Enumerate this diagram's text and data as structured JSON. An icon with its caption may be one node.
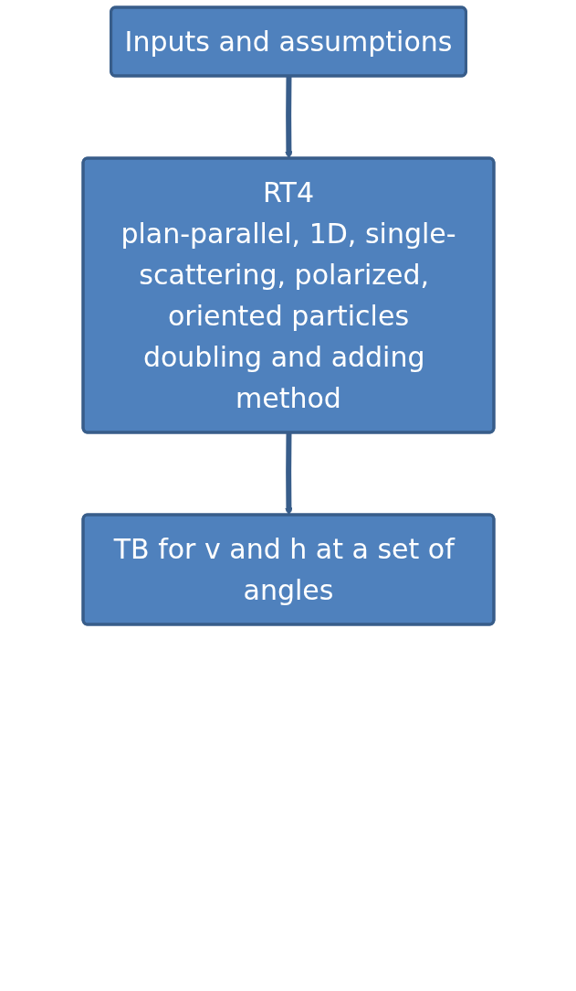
{
  "diagram": {
    "nodes": [
      {
        "text": [
          "Inputs and assumptions"
        ]
      },
      {
        "text": [
          "RT4",
          "plan-parallel, 1D, single-scattering, polarized, oriented particles",
          "doubling and adding method"
        ]
      },
      {
        "text": [
          "TB for v and h at a set of angles"
        ]
      }
    ],
    "edges": [
      {
        "from": 0,
        "to": 1,
        "arrow": "to"
      },
      {
        "from": 1,
        "to": 2,
        "arrow": "to"
      }
    ]
  }
}
